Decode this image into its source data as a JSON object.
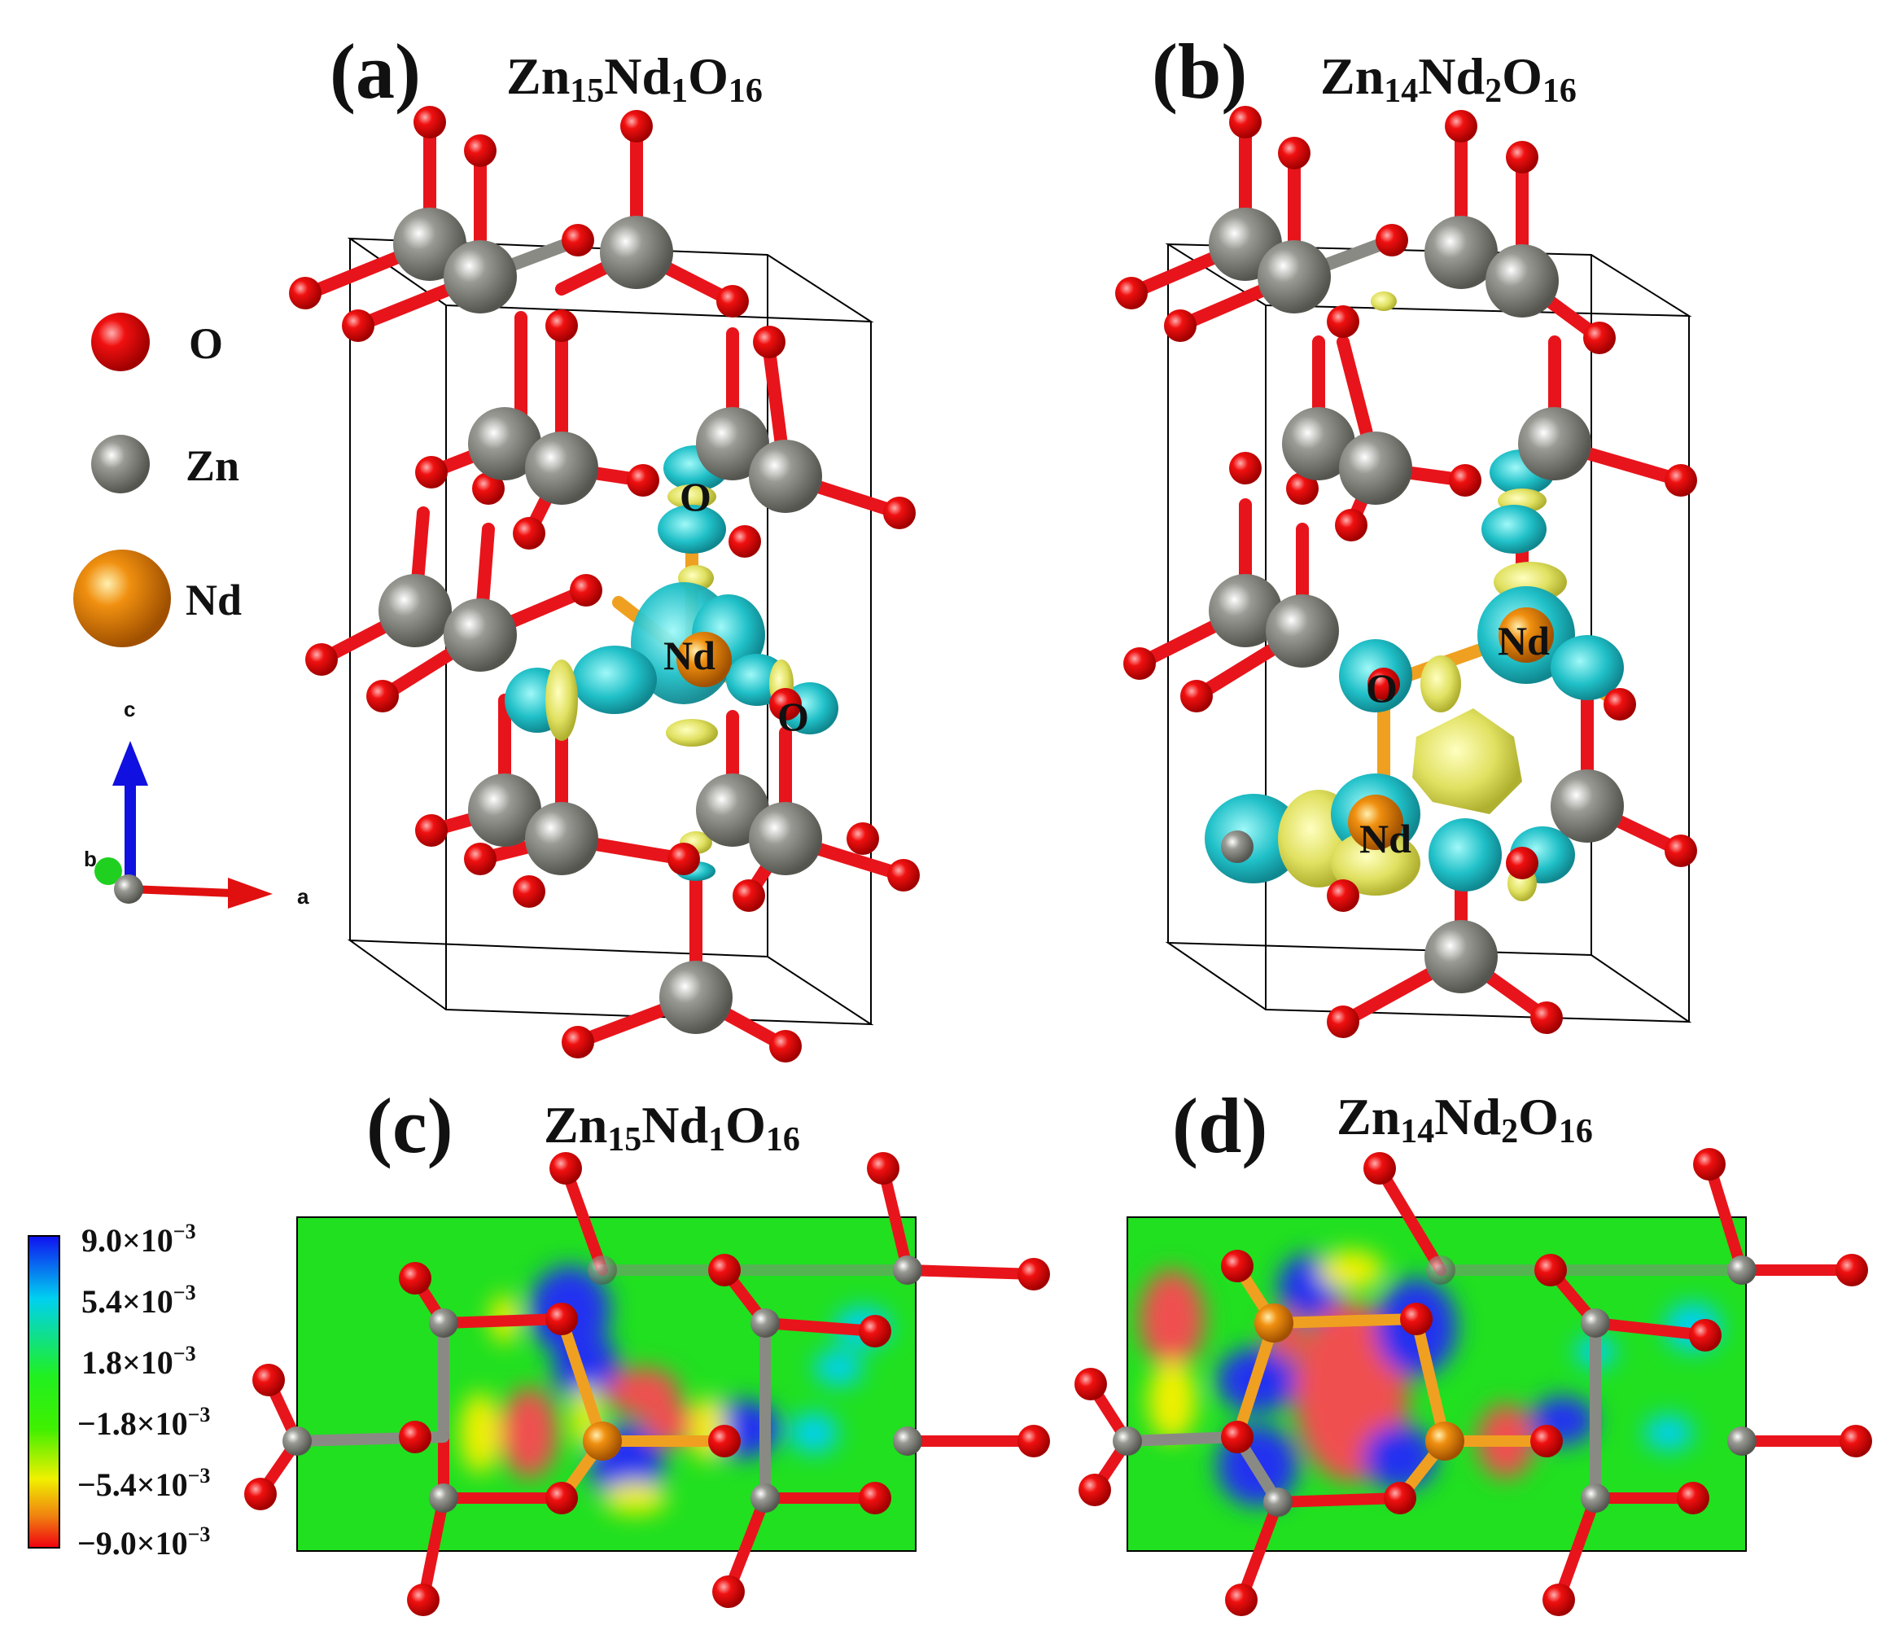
{
  "panels": {
    "a": {
      "label": "(a)",
      "formula": {
        "zn": "Zn",
        "zn_n": "15",
        "nd": "Nd",
        "nd_n": "1",
        "o": "O",
        "o_n": "16"
      }
    },
    "b": {
      "label": "(b)",
      "formula": {
        "zn": "Zn",
        "zn_n": "14",
        "nd": "Nd",
        "nd_n": "2",
        "o": "O",
        "o_n": "16"
      }
    },
    "c": {
      "label": "(c)",
      "formula": {
        "zn": "Zn",
        "zn_n": "15",
        "nd": "Nd",
        "nd_n": "1",
        "o": "O",
        "o_n": "16"
      }
    },
    "d": {
      "label": "(d)",
      "formula": {
        "zn": "Zn",
        "zn_n": "14",
        "nd": "Nd",
        "nd_n": "2",
        "o": "O",
        "o_n": "16"
      }
    }
  },
  "legend": [
    {
      "label": "O",
      "color": "#e8141b"
    },
    {
      "label": "Zn",
      "color": "#8a8a84"
    },
    {
      "label": "Nd",
      "color": "#e88a08"
    }
  ],
  "atom_labels": {
    "o": "O",
    "nd": "Nd"
  },
  "axes": {
    "c": "c",
    "b": "b",
    "a": "a"
  },
  "colorbar": {
    "ticks": [
      {
        "mant": "9.0×10",
        "exp": "−3"
      },
      {
        "mant": "5.4×10",
        "exp": "−3"
      },
      {
        "mant": "1.8×10",
        "exp": "−3"
      },
      {
        "mant": "−1.8×10",
        "exp": "−3"
      },
      {
        "mant": "−5.4×10",
        "exp": "−3"
      },
      {
        "mant": "−9.0×10",
        "exp": "−3"
      }
    ],
    "colors": [
      "#1010f0",
      "#00e0f0",
      "#20f020",
      "#e8f000",
      "#f06010",
      "#f00010"
    ]
  },
  "colors": {
    "oxygen": "#e8141b",
    "zinc": "#8a8a84",
    "neodymium": "#e88a08",
    "iso_positive": "#e8e868",
    "iso_negative": "#20c0c8",
    "map_background": "#20e020"
  }
}
